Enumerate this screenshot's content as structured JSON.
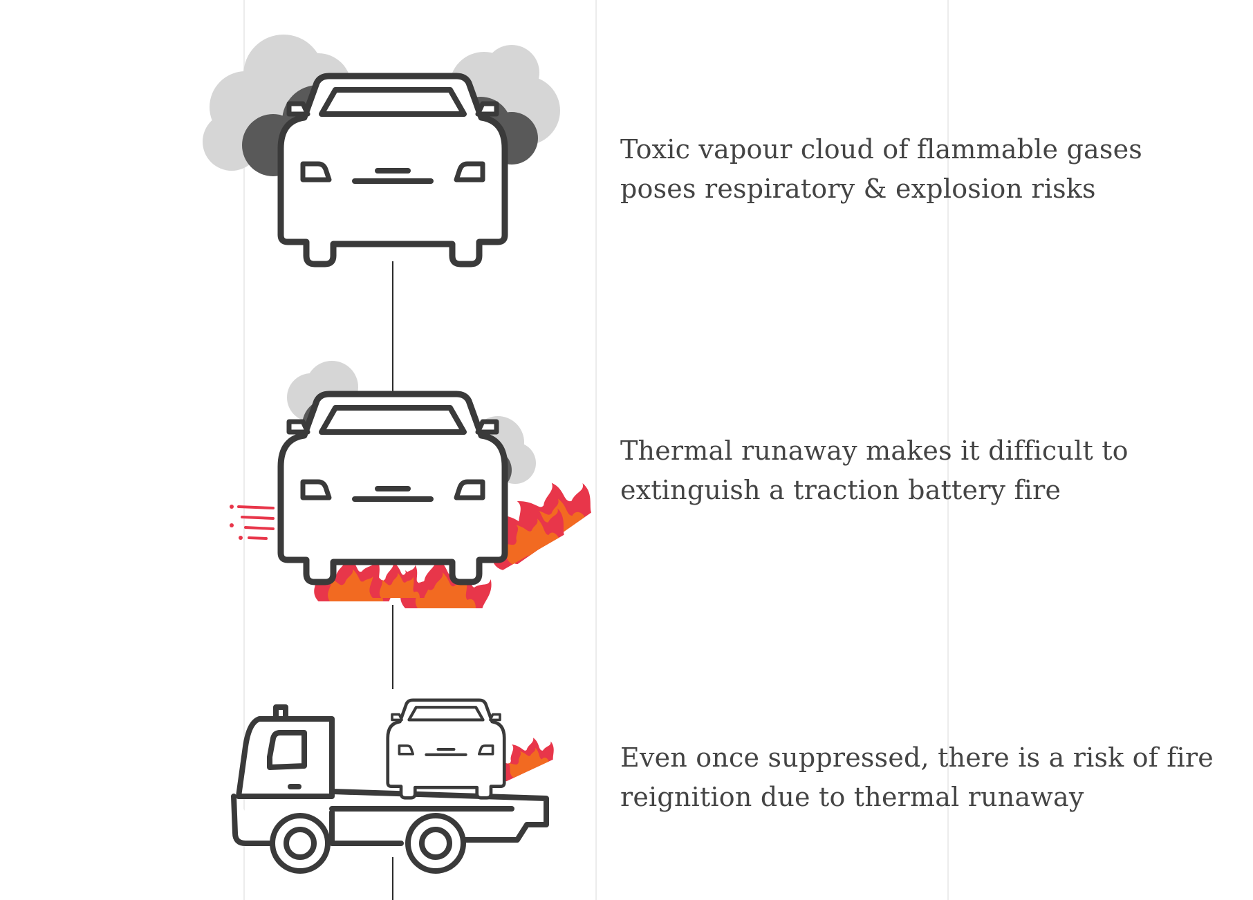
{
  "steps": [
    {
      "icon": "car-with-smoke",
      "text": "Toxic vapour cloud of flammable gases poses respiratory & explosion risks"
    },
    {
      "icon": "car-on-fire-with-smoke",
      "text": "Thermal runaway makes it difficult to extinguish a traction battery fire"
    },
    {
      "icon": "tow-truck-with-burning-car",
      "text": "Even once suppressed, there is a risk of fire reignition due to thermal runaway"
    }
  ],
  "colors": {
    "outline": "#3a3a3a",
    "smoke_light": "#d6d6d6",
    "smoke_dark": "#595959",
    "flame_red": "#e8364a",
    "flame_orange": "#f26a21",
    "text": "#444444",
    "guide": "#ececec"
  }
}
